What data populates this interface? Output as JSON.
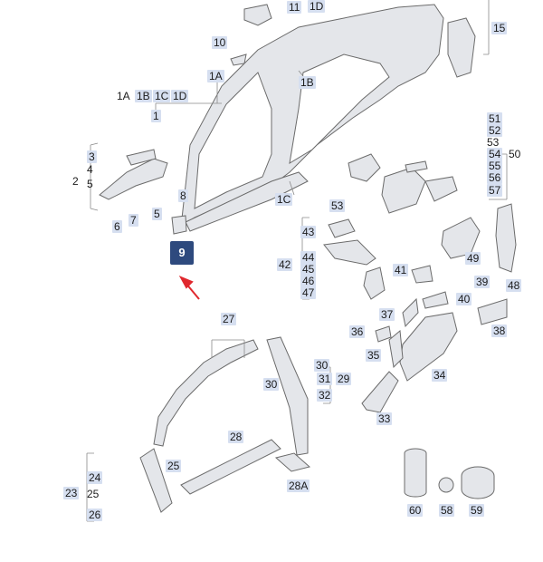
{
  "colors": {
    "label_bg": "#d6dff0",
    "highlight_bg": "#2e4a7e",
    "arrow": "#e0282e",
    "line": "#8a8a8a",
    "part_fill": "#e4e6ea"
  },
  "highlighted_part": "9",
  "callouts": {
    "c11": "11",
    "c1D": "1D",
    "c15": "15",
    "c10": "10",
    "c1A": "1A",
    "c1B": "1B",
    "c1A_b": "1A",
    "c1B_b": "1B",
    "c1C_b": "1C",
    "c1D_b": "1D",
    "c1": "1",
    "c51": "51",
    "c52": "52",
    "c53": "53",
    "c54": "54",
    "c55": "55",
    "c56": "56",
    "c57": "57",
    "c50": "50",
    "c3": "3",
    "c4": "4",
    "c2": "2",
    "c5a": "5",
    "c8": "8",
    "c6": "6",
    "c7": "7",
    "c5b": "5",
    "c1C": "1C",
    "c53b": "53",
    "c43": "43",
    "c44": "44",
    "c45": "45",
    "c46": "46",
    "c47": "47",
    "c42": "42",
    "c49": "49",
    "c48": "48",
    "c41": "41",
    "c39": "39",
    "c40": "40",
    "c37": "37",
    "c36": "36",
    "c38": "38",
    "c35": "35",
    "c34": "34",
    "c33": "33",
    "c27": "27",
    "c30": "30",
    "c31": "31",
    "c29": "29",
    "c32": "32",
    "c30b": "30",
    "c28": "28",
    "c25a": "25",
    "c24": "24",
    "c25": "25",
    "c23": "23",
    "c26": "26",
    "c28A": "28A",
    "c60": "60",
    "c58": "58",
    "c59": "59"
  }
}
